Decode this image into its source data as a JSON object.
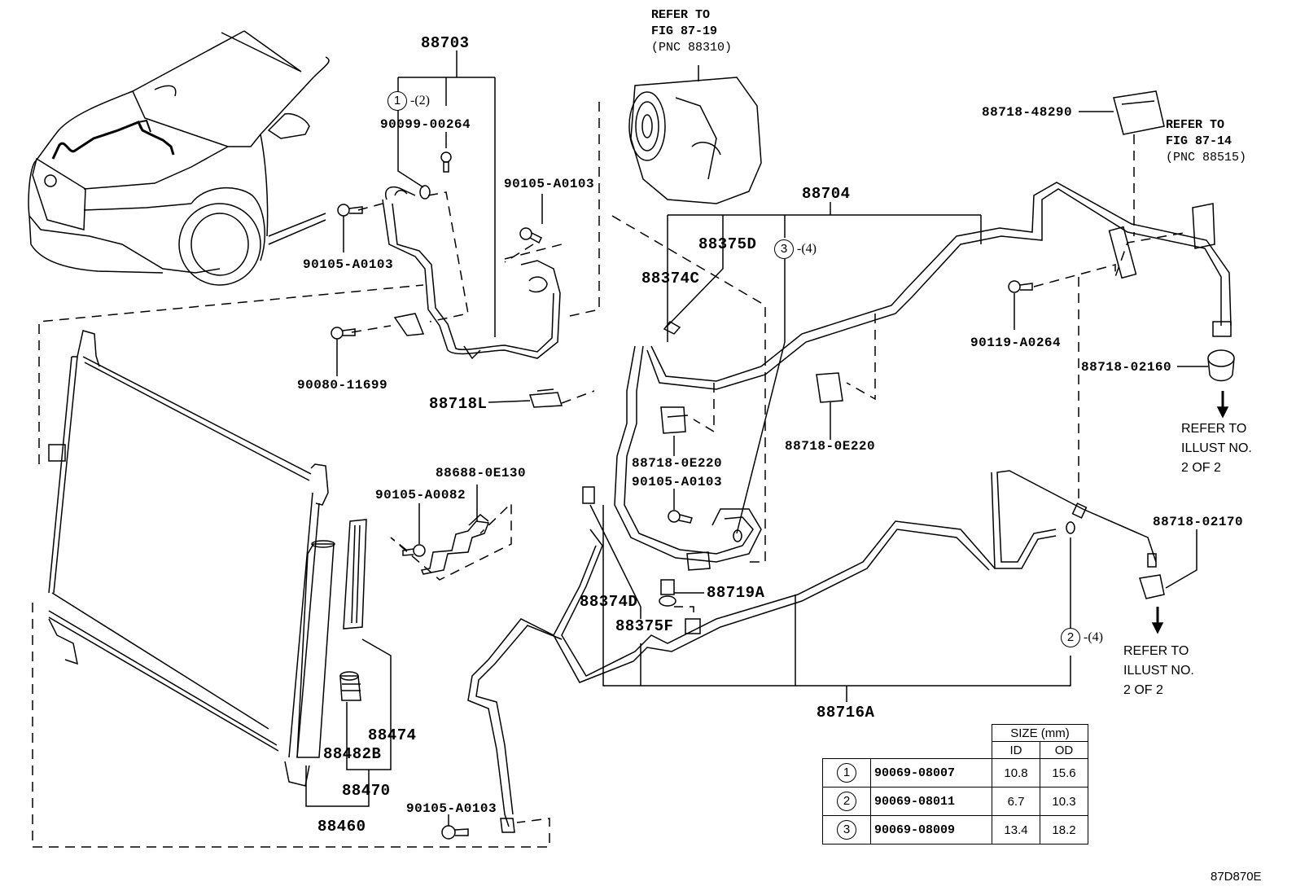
{
  "figure_id": "87D870E",
  "references": {
    "compressor": {
      "line1": "REFER TO",
      "line2": "FIG 87-19",
      "line3": "(PNC 88310)"
    },
    "pressure_switch": {
      "line1": "REFER TO",
      "line2": "FIG 87-14",
      "line3": "(PNC 88515)"
    },
    "illust_upper": {
      "line1": "REFER TO",
      "line2": "ILLUST NO.",
      "line3": "2 OF 2"
    },
    "illust_lower": {
      "line1": "REFER TO",
      "line2": "ILLUST NO.",
      "line3": "2 OF 2"
    }
  },
  "part_labels": {
    "p88703": "88703",
    "p90099_00264": "90099-00264",
    "p90105_A0103_a": "90105-A0103",
    "p90105_A0103_b": "90105-A0103",
    "p90105_A0103_c": "90105-A0103",
    "p90105_A0103_d": "90105-A0103",
    "p90080_11699": "90080-11699",
    "p88718L": "88718L",
    "p88704": "88704",
    "p88375D": "88375D",
    "p88374C": "88374C",
    "p88718_48290": "88718-48290",
    "p90119_A0264": "90119-A0264",
    "p88718_02160": "88718-02160",
    "p88718_0E220_a": "88718-0E220",
    "p88718_0E220_b": "88718-0E220",
    "p88688_0E130": "88688-0E130",
    "p90105_A0082": "90105-A0082",
    "p88374D": "88374D",
    "p88375F": "88375F",
    "p88719A": "88719A",
    "p88718_02170": "88718-02170",
    "p88716A": "88716A",
    "p88474": "88474",
    "p88482B": "88482B",
    "p88470": "88470",
    "p88460": "88460"
  },
  "callouts": [
    {
      "num": "1",
      "qty": "-(2)"
    },
    {
      "num": "3",
      "qty": "-(4)"
    },
    {
      "num": "2",
      "qty": "-(4)"
    }
  ],
  "size_table": {
    "header": "SIZE (mm)",
    "col_id": "ID",
    "col_od": "OD",
    "rows": [
      {
        "num": "1",
        "part": "90069-08007",
        "id": "10.8",
        "od": "15.6"
      },
      {
        "num": "2",
        "part": "90069-08011",
        "id": "6.7",
        "od": "10.3"
      },
      {
        "num": "3",
        "part": "90069-08009",
        "id": "13.4",
        "od": "18.2"
      }
    ]
  }
}
